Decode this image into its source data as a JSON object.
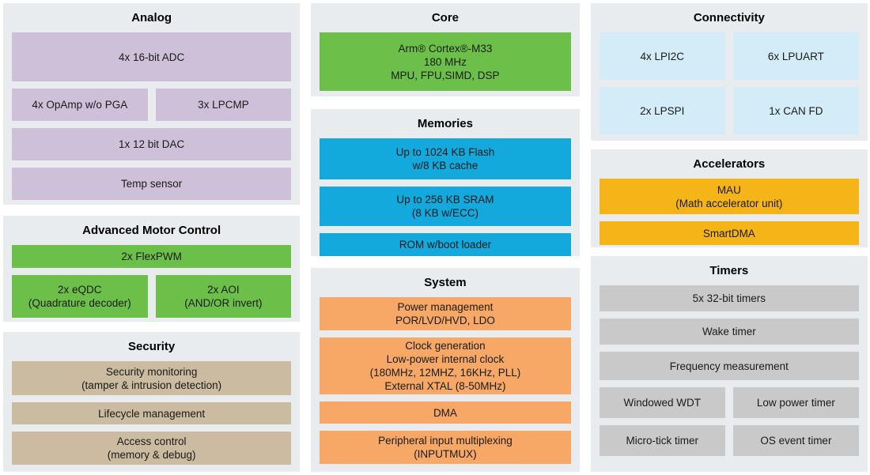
{
  "colors": {
    "page_bg": "#ffffff",
    "panel_bg": "#e8ecee",
    "analog_block": "#cfc0da",
    "motor_control_block": "#6cc04a",
    "security_block": "#cbbba0",
    "core_block": "#6cc04a",
    "memories_block": "#14a9dc",
    "system_block": "#f8a866",
    "connectivity_block": "#d4ecf7",
    "accelerators_block": "#f5b417",
    "timers_block": "#c9c9c9"
  },
  "panels": {
    "analog": {
      "title": "Analog",
      "adc": "4x 16-bit ADC",
      "opamp": "4x OpAmp w/o PGA",
      "lpcmp": "3x LPCMP",
      "dac": "1x 12 bit DAC",
      "temp_sensor": "Temp sensor"
    },
    "motor": {
      "title": "Advanced Motor Control",
      "flexpwm": "2x FlexPWM",
      "eqdc": "2x eQDC\n(Quadrature decoder)",
      "aoi": "2x AOI\n(AND/OR invert)"
    },
    "security": {
      "title": "Security",
      "monitoring": "Security monitoring\n(tamper & intrusion detection)",
      "lifecycle": "Lifecycle management",
      "access": "Access control\n(memory & debug)"
    },
    "core": {
      "title": "Core",
      "cpu": "Arm® Cortex®-M33\n180 MHz\nMPU, FPU,SIMD, DSP"
    },
    "memories": {
      "title": "Memories",
      "flash": "Up to 1024 KB Flash\nw/8 KB cache",
      "sram": "Up to 256 KB SRAM\n(8 KB w/ECC)",
      "rom": "ROM w/boot loader"
    },
    "system": {
      "title": "System",
      "power": "Power management\nPOR/LVD/HVD, LDO",
      "clock": "Clock generation\nLow-power internal clock\n(180MHz, 12MHZ, 16KHz, PLL)\nExternal XTAL (8-50MHz)",
      "dma": "DMA",
      "inputmux": "Peripheral input multiplexing\n(INPUTMUX)"
    },
    "connectivity": {
      "title": "Connectivity",
      "lpi2c": "4x LPI2C",
      "lpuart": "6x LPUART",
      "lpspi": "2x LPSPI",
      "canfd": "1x CAN FD"
    },
    "accelerators": {
      "title": "Accelerators",
      "mau": "MAU\n(Math accelerator unit)",
      "smartdma": "SmartDMA"
    },
    "timers": {
      "title": "Timers",
      "timers_32bit": "5x 32-bit timers",
      "wake_timer": "Wake timer",
      "freq_measurement": "Frequency measurement",
      "windowed_wdt": "Windowed WDT",
      "low_power_timer": "Low power timer",
      "micro_tick_timer": "Micro-tick timer",
      "os_event_timer": "OS event timer"
    }
  }
}
